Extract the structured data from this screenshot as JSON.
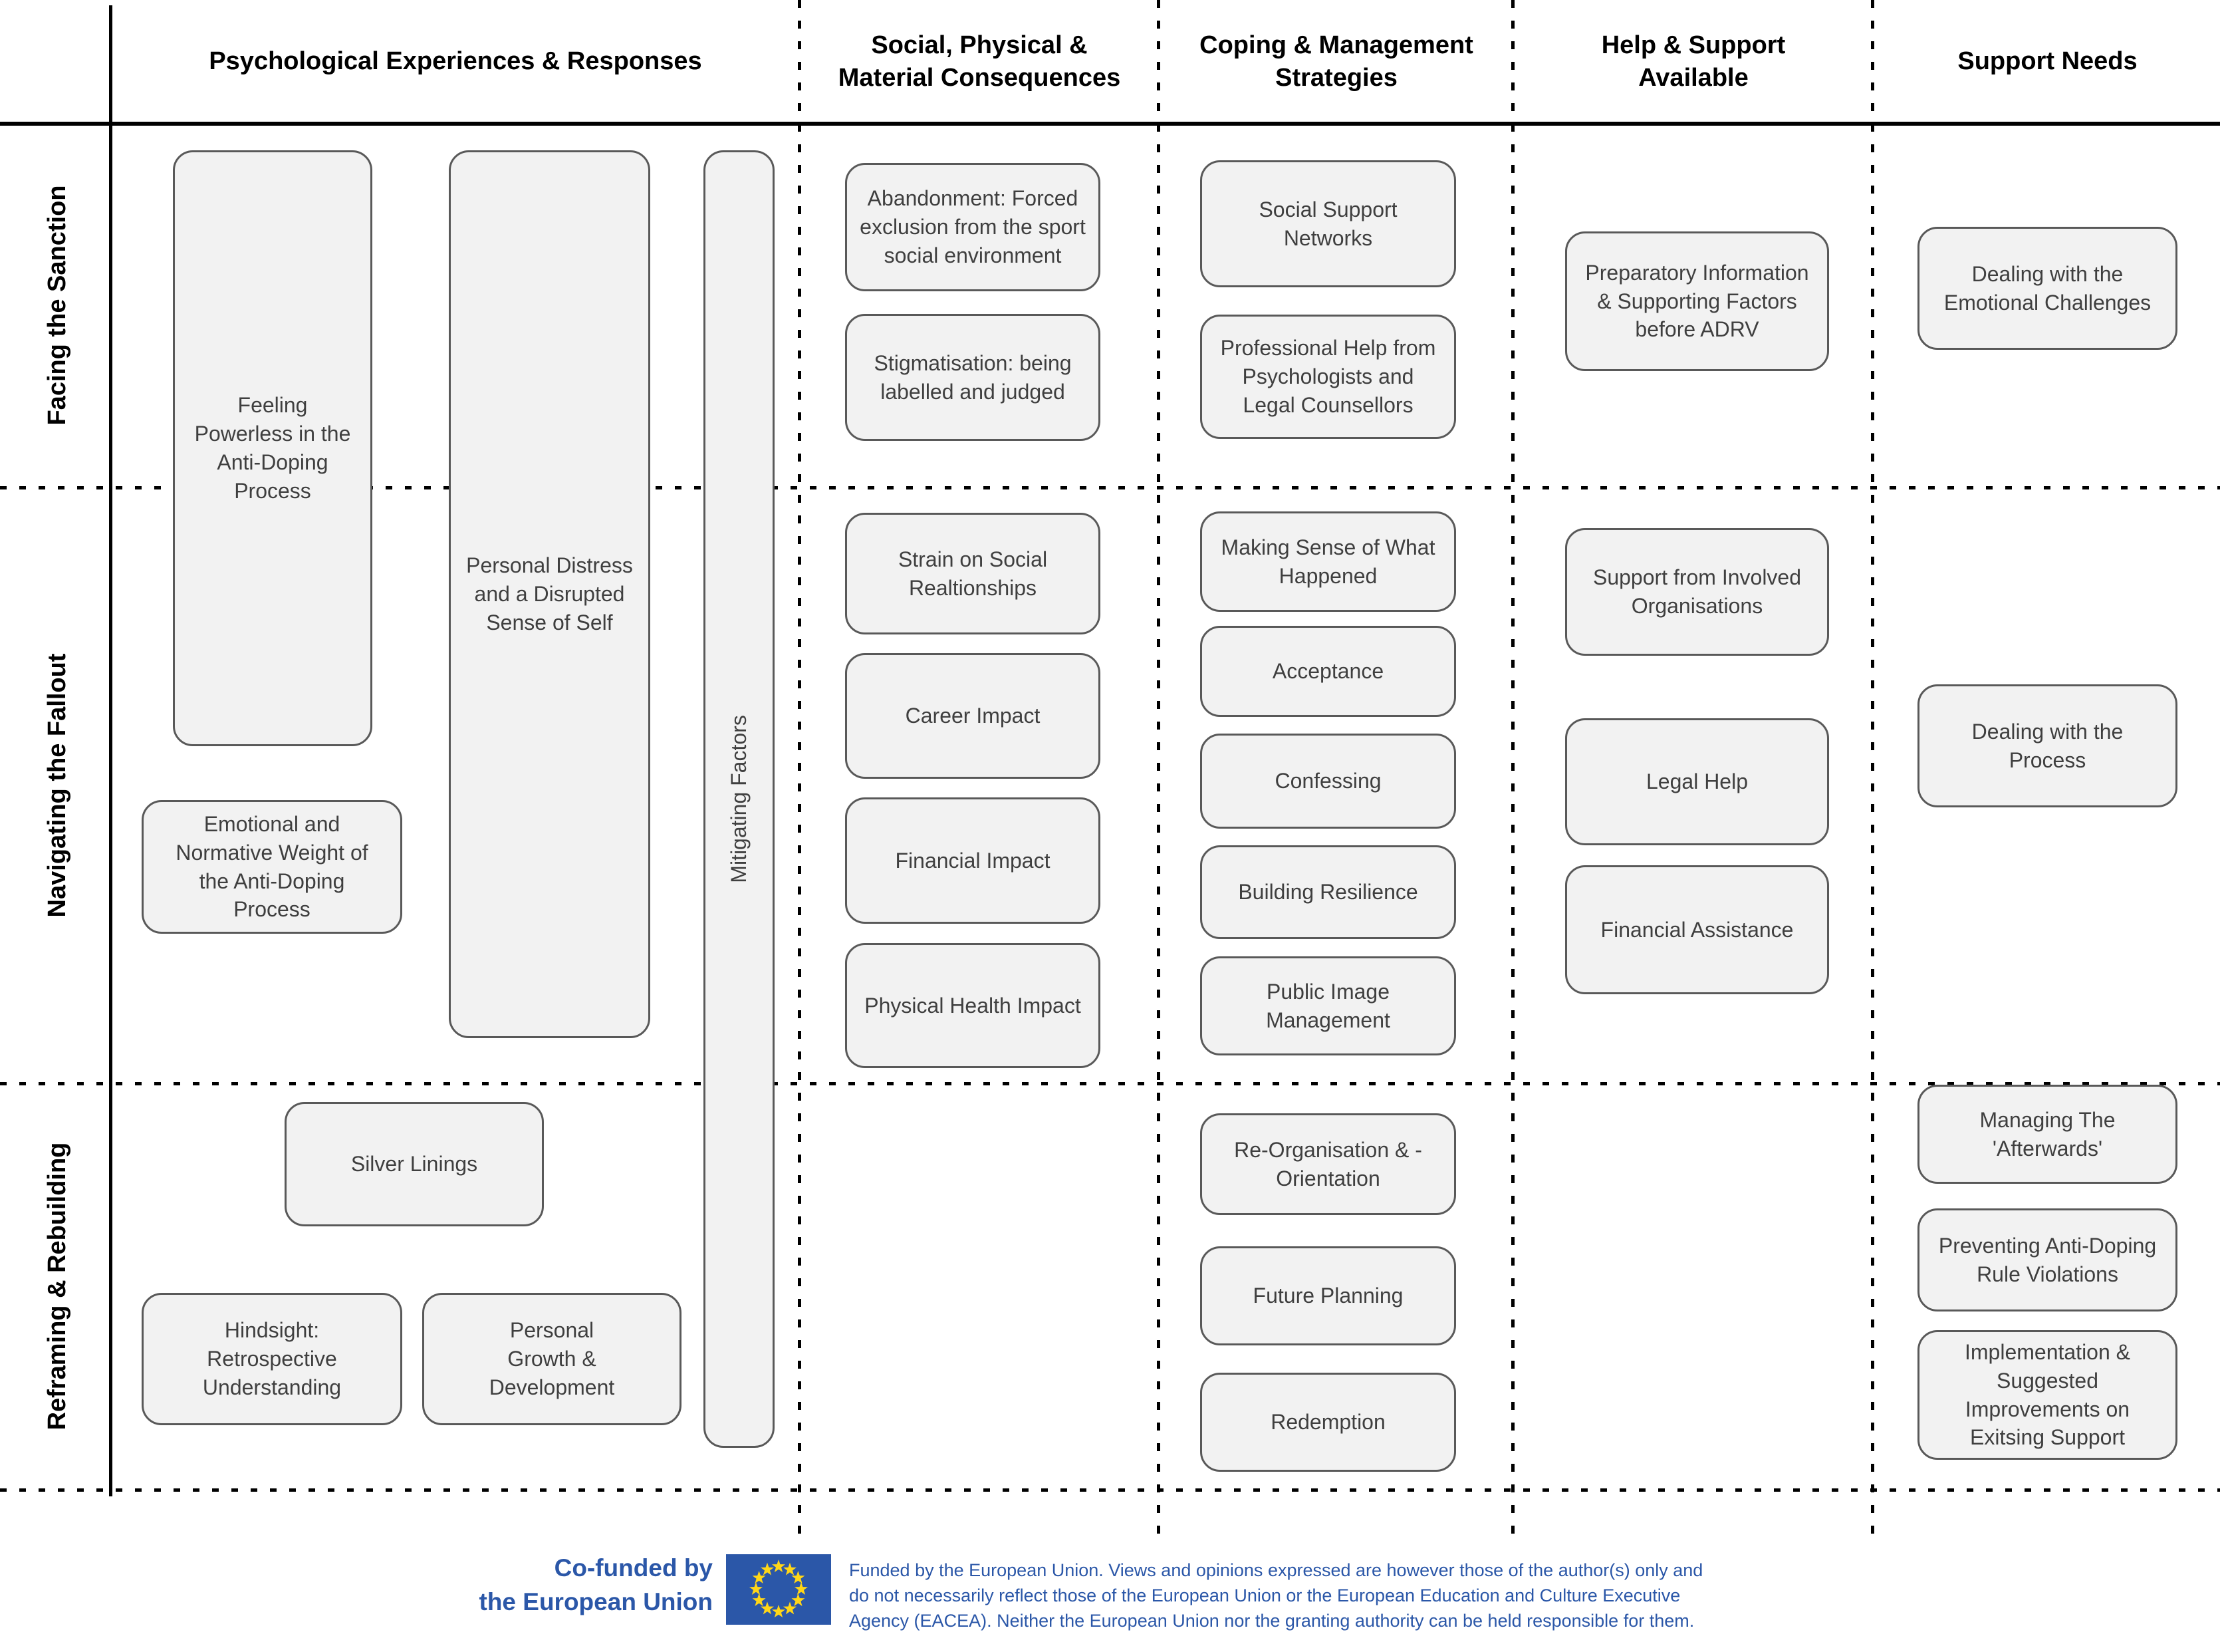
{
  "columns": [
    "Psychological Experiences & Responses",
    "Social, Physical &\nMaterial Consequences",
    "Coping & Management\nStrategies",
    "Help & Support\nAvailable",
    "Support Needs"
  ],
  "phases": [
    "Facing the Sanction",
    "Navigating the Fallout",
    "Reframing & Rebuilding"
  ],
  "boxes": {
    "feeling_powerless": "Feeling\nPowerless in the\nAnti-Doping\nProcess",
    "personal_distress": "Personal Distress\nand a Disrupted\nSense of Self",
    "mitigating_factors": "Mitigating Factors",
    "emotional_weight": "Emotional and\nNormative Weight of\nthe Anti-Doping\nProcess",
    "silver_linings": "Silver Linings",
    "hindsight": "Hindsight:\nRetrospective\nUnderstanding",
    "personal_growth": "Personal\nGrowth &\nDevelopment",
    "abandonment": "Abandonment: Forced\nexclusion from the sport\nsocial environment",
    "stigmatisation": "Stigmatisation: being\nlabelled and judged",
    "strain_social": "Strain on Social\nRealtionships",
    "career_impact": "Career Impact",
    "financial_impact": "Financial Impact",
    "physical_health": "Physical Health Impact",
    "social_support": "Social Support\nNetworks",
    "professional_help": "Professional Help from\nPsychologists and\nLegal Counsellors",
    "making_sense": "Making Sense of What\nHappened",
    "acceptance": "Acceptance",
    "confessing": "Confessing",
    "building_resilience": "Building Resilience",
    "public_image": "Public Image\nManagement",
    "reorganisation": "Re-Organisation & -\nOrientation",
    "future_planning": "Future Planning",
    "redemption": "Redemption",
    "preparatory": "Preparatory Information\n& Supporting Factors\nbefore ADRV",
    "support_orgs": "Support from Involved\nOrganisations",
    "legal_help": "Legal Help",
    "financial_assistance": "Financial Assistance",
    "dealing_emotional": "Dealing with the\nEmotional Challenges",
    "dealing_process": "Dealing with the\nProcess",
    "managing_afterwards": "Managing The\n'Afterwards'",
    "preventing_adrv": "Preventing Anti-Doping\nRule Violations",
    "implementation": "Implementation &\nSuggested\nImprovements on\nExitsing Support"
  },
  "footer": {
    "cofunded": "Co-funded by\nthe European Union",
    "disclaimer": "Funded by the European Union. Views and opinions expressed are however those of the author(s) only and\ndo not necessarily reflect those of the European Union or the European Education and Culture Executive\nAgency (EACEA). Neither the European Union nor the granting authority can be held responsible for them.",
    "flag_icon": "eu-flag"
  },
  "colors": {
    "eu_blue": "#2B57A8",
    "star_yellow": "#FFD617",
    "box_fill": "#F2F2F2",
    "box_border": "#595959",
    "box_text": "#3F3F3F",
    "line": "#000000"
  }
}
